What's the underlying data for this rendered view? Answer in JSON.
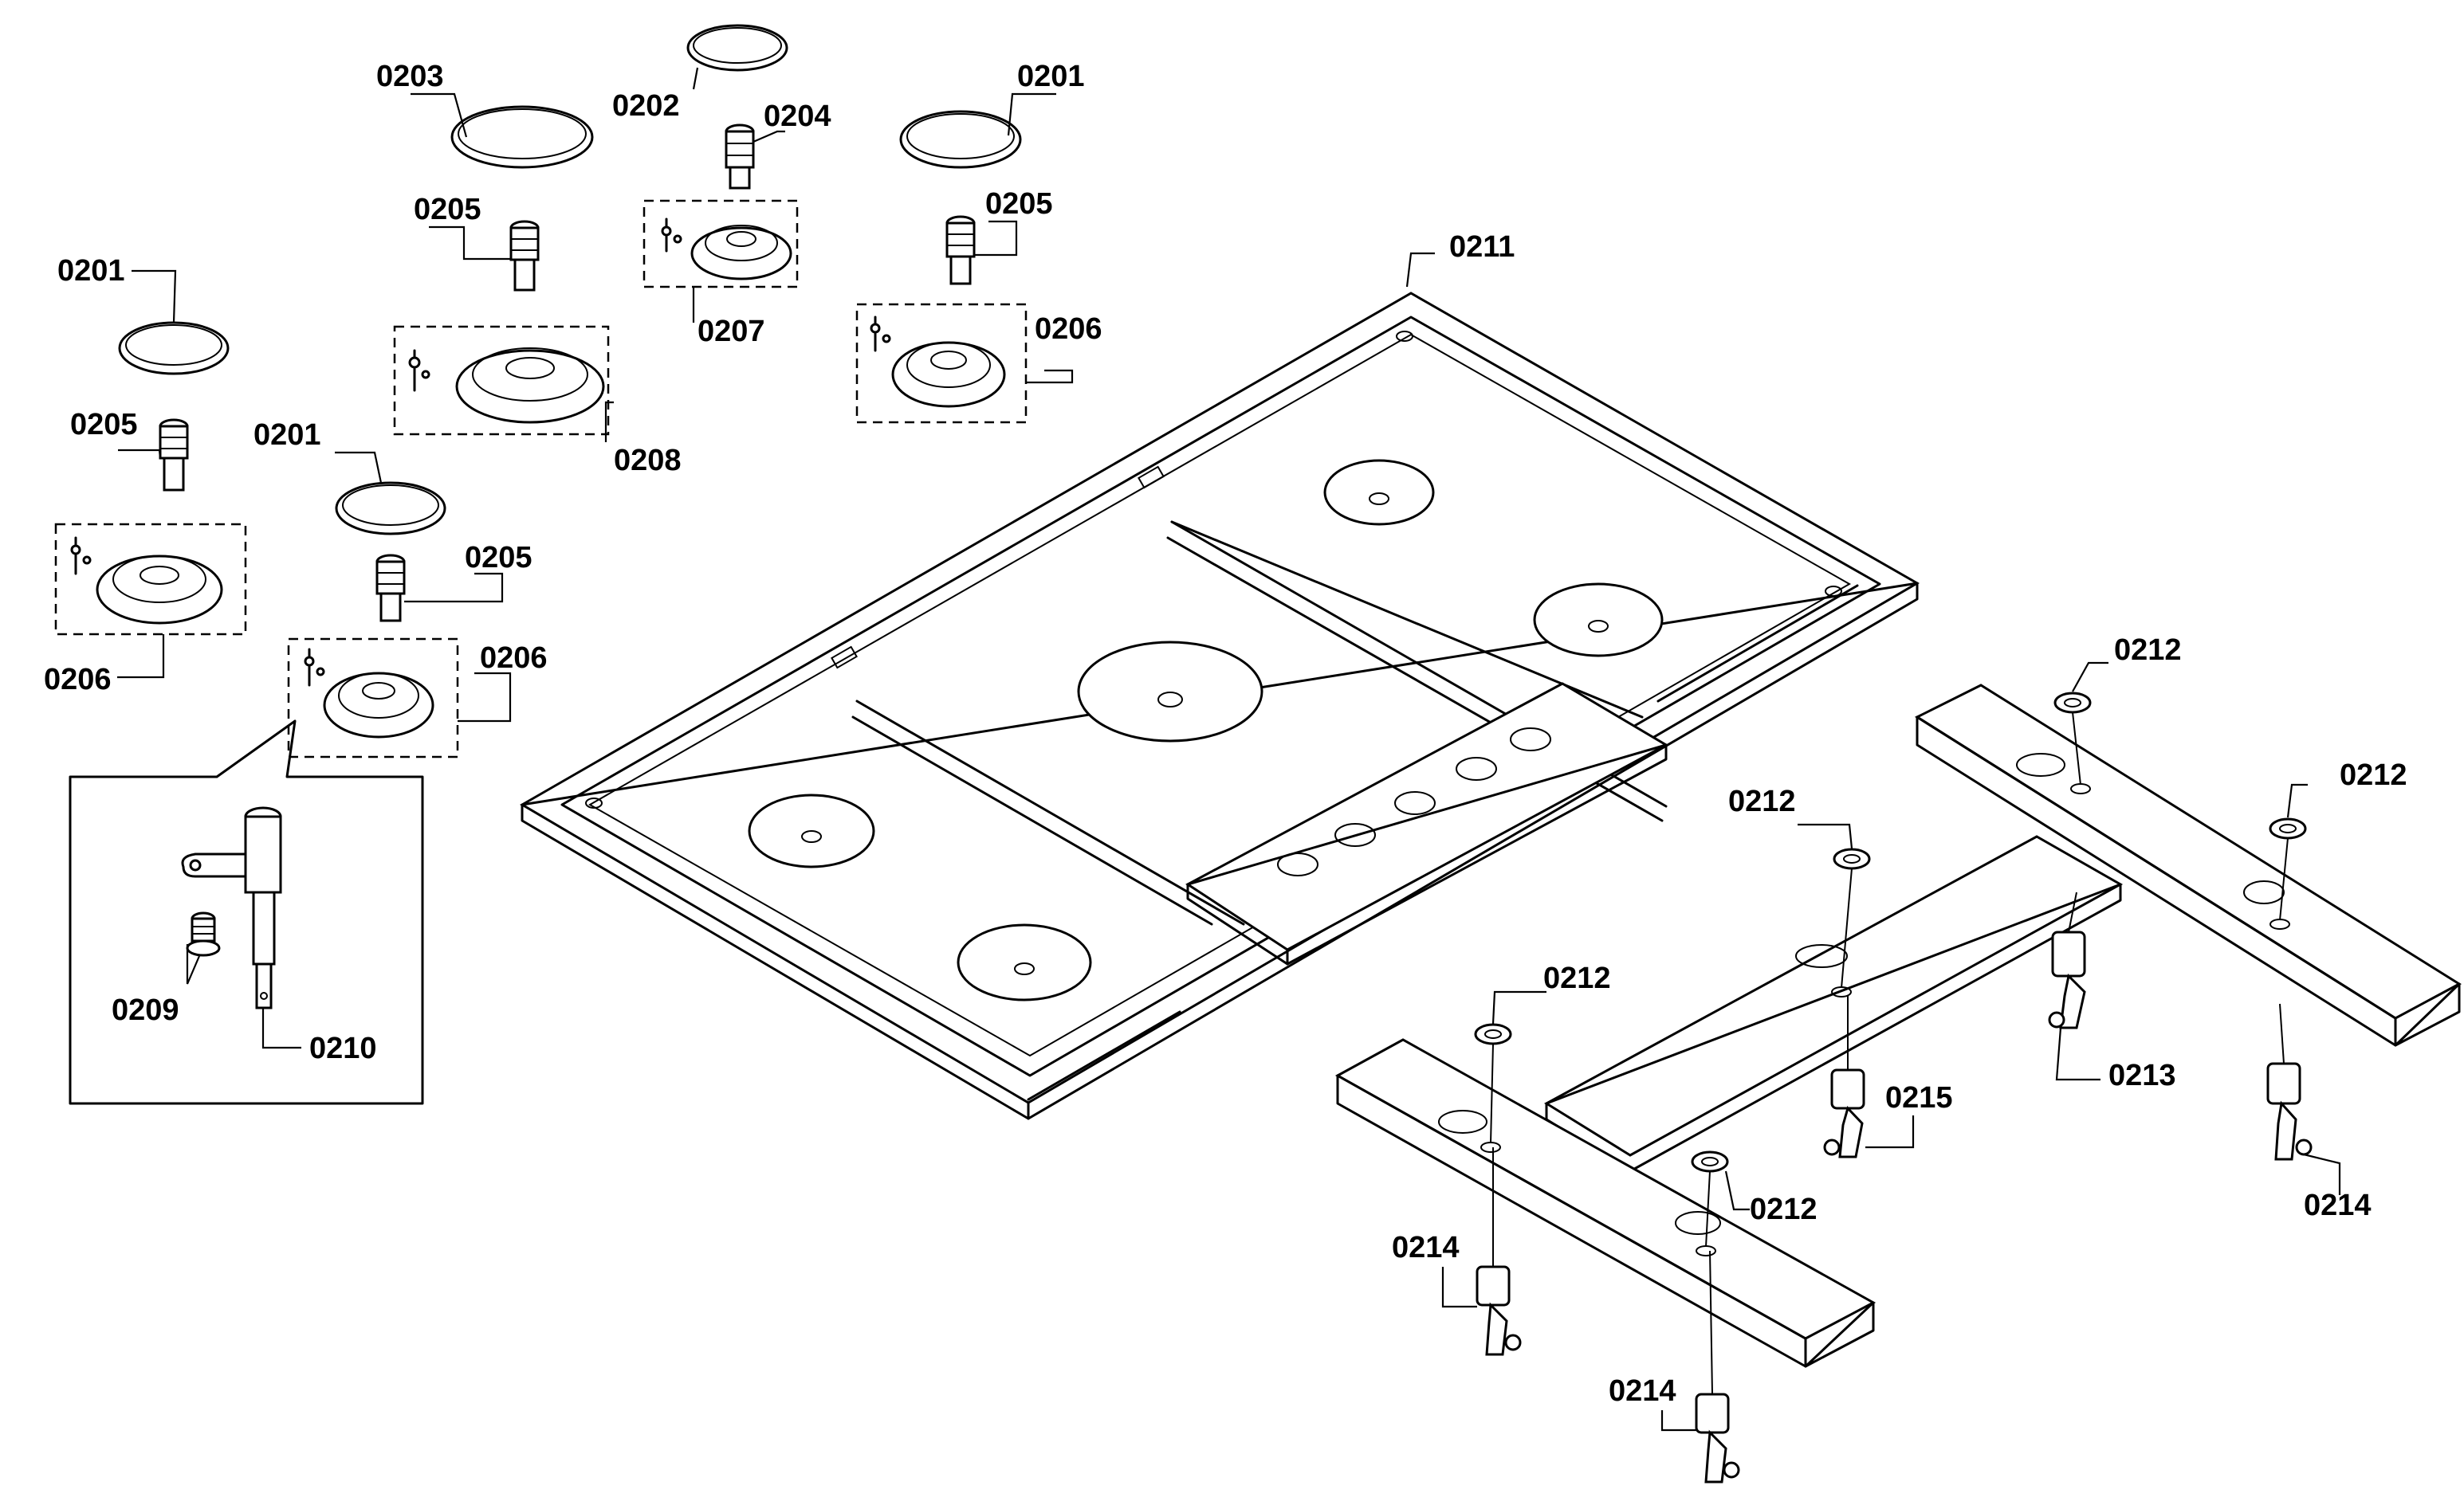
{
  "callouts": {
    "c0201a": "0201",
    "c0201b": "0201",
    "c0201c": "0201",
    "c0202": "0202",
    "c0203": "0203",
    "c0204": "0204",
    "c0205a": "0205",
    "c0205b": "0205",
    "c0205c": "0205",
    "c0205d": "0205",
    "c0206a": "0206",
    "c0206b": "0206",
    "c0206c": "0206",
    "c0207": "0207",
    "c0208": "0208",
    "c0209": "0209",
    "c0210": "0210",
    "c0211": "0211",
    "c0212a": "0212",
    "c0212b": "0212",
    "c0212c": "0212",
    "c0212d": "0212",
    "c0212e": "0212",
    "c0213": "0213",
    "c0214a": "0214",
    "c0214b": "0214",
    "c0214c": "0214",
    "c0215": "0215"
  }
}
